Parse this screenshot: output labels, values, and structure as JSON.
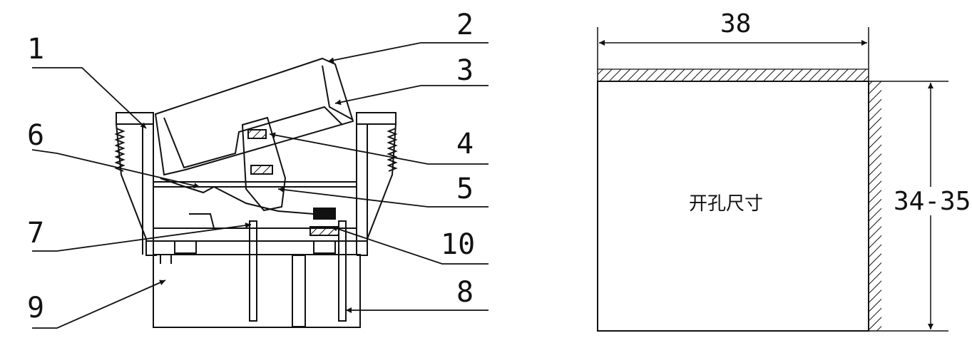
{
  "callouts": {
    "c1": "1",
    "c2": "2",
    "c3": "3",
    "c4": "4",
    "c5": "5",
    "c6": "6",
    "c7": "7",
    "c8": "8",
    "c9": "9",
    "c10": "10"
  },
  "cutout": {
    "width_label": "38",
    "height_label": "34-35",
    "center_label": "开孔尺寸"
  }
}
